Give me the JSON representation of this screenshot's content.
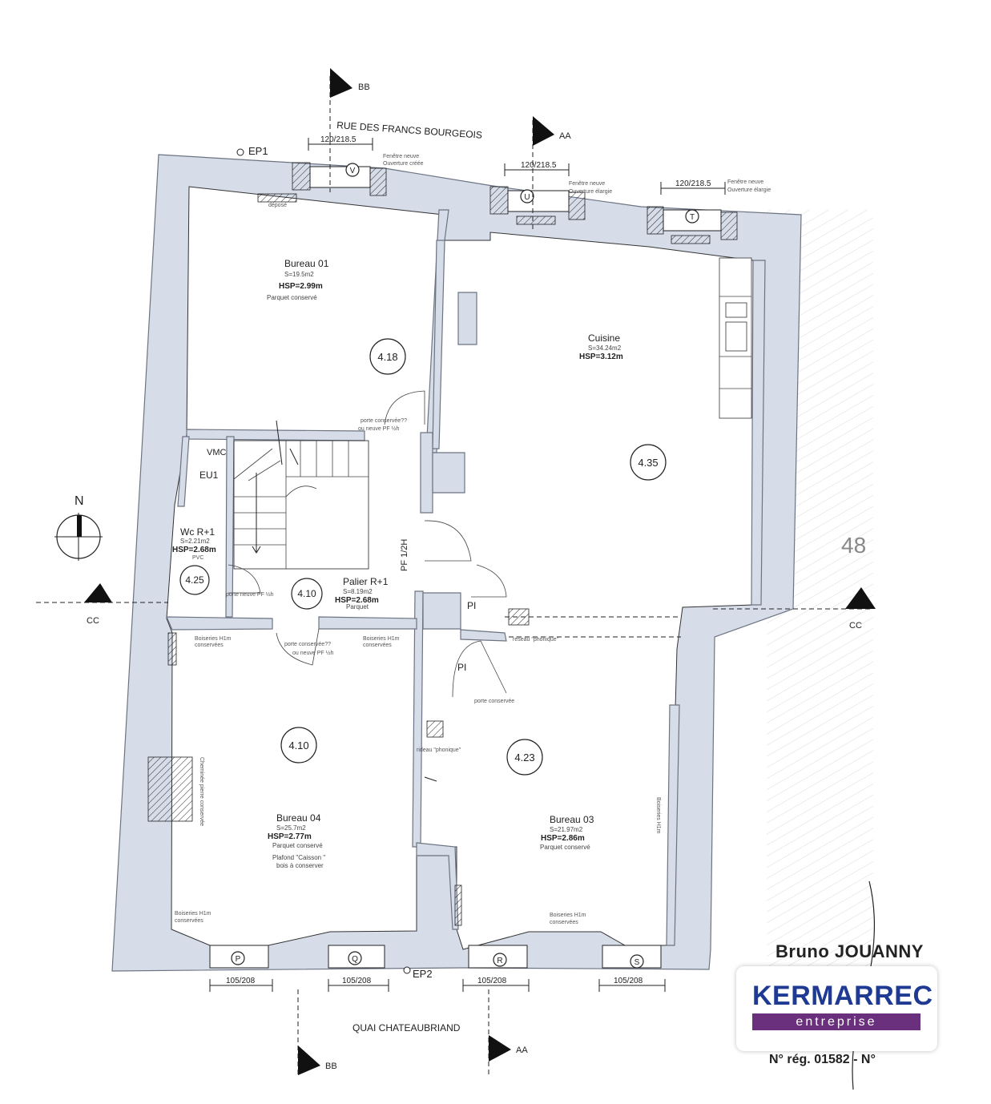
{
  "streets": {
    "north": "RUE DES FRANCS BOURGEOIS",
    "south": "QUAI CHATEAUBRIAND"
  },
  "sections": {
    "bb": "BB",
    "aa": "AA",
    "cc": "CC"
  },
  "points": {
    "ep1": "EP1",
    "ep2": "EP2"
  },
  "north_label": "N",
  "windows": {
    "north_dim": "120/218.5",
    "south_dim": "105/208",
    "v": "V",
    "u": "U",
    "t": "T",
    "p": "P",
    "q": "Q",
    "r": "R",
    "s": "S",
    "v_note1": "Fenêtre neuve",
    "v_note2": "Ouverture créée",
    "u_note1": "Fenêtre neuve",
    "u_note2": "Ouverture élargie",
    "t_note1": "Fenêtre neuve",
    "t_note2": "Ouverture élargie",
    "depose": "déposé"
  },
  "rooms": {
    "bureau01": {
      "name": "Bureau 01",
      "area": "S=19.5m2",
      "hsp": "HSP=2.99m",
      "floor": "Parquet conservé",
      "code": "4.18"
    },
    "cuisine": {
      "name": "Cuisine",
      "area": "S=34.24m2",
      "hsp": "HSP=3.12m",
      "code": "4.35"
    },
    "wc": {
      "name": "Wc R+1",
      "area": "S=2.21m2",
      "hsp": "HSP=2.68m",
      "pvc": "PVC",
      "code": "4.25"
    },
    "palier": {
      "name": "Palier R+1",
      "area": "S=8.19m2",
      "hsp": "HSP=2.68m",
      "floor": "Parquet",
      "code": "4.10"
    },
    "bureau04": {
      "name": "Bureau 04",
      "area": "S=25.7m2",
      "hsp": "HSP=2.77m",
      "floor": "Parquet conservé",
      "ceiling1": "Plafond \"Caisson \"",
      "ceiling2": "bois à conserver",
      "code": "4.10"
    },
    "bureau03": {
      "name": "Bureau 03",
      "area": "S=21.97m2",
      "hsp": "HSP=2.86m",
      "floor": "Parquet conservé",
      "code": "4.23"
    }
  },
  "notes": {
    "door_b01": "porte conservée??",
    "door_b01b": "ou neuve PF ½h",
    "door_b04": "porte conservée??",
    "door_b04b": "ou neuve PF ½h",
    "door_wc": "porte neuve PF ½h",
    "boiseries1": "Boiseries H1m",
    "conservees": "conservées",
    "cheminee": "Cheminée pierre conservée",
    "rideau": "rideau \"phonique\"",
    "porte_conservee": "porte conservée",
    "reseau": "réseau \"phonique\"",
    "vmc": "VMC",
    "eu1": "EU1",
    "pf": "PF 1/2H",
    "pi": "PI",
    "number48": "48"
  },
  "signature": "Bruno JOUANNY",
  "reg": "N° rég. 01582 - N°",
  "logo": {
    "brand": "KERMARREC",
    "sub": "entreprise"
  }
}
